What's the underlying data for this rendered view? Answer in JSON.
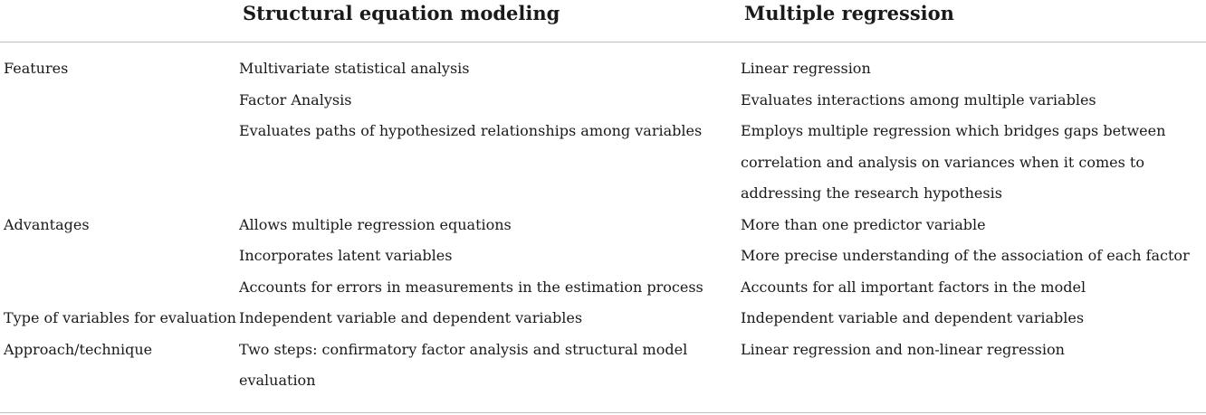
{
  "header": {
    "sem_title": "Structural equation modeling",
    "mr_title": "Multiple regression"
  },
  "rows": [
    {
      "label": "Features",
      "sem": [
        "Multivariate statistical analysis",
        "Factor Analysis",
        "Evaluates paths of hypothesized relationships among variables"
      ],
      "mr": [
        "Linear regression",
        "Evaluates interactions among multiple variables",
        "Employs multiple regression which bridges gaps between correlation and analysis on variances when it comes to addressing the research hypothesis"
      ]
    },
    {
      "label": "Advantages",
      "sem": [
        "Allows multiple regression equations",
        "Incorporates latent variables",
        "Accounts for errors in measurements in the estimation process"
      ],
      "mr": [
        "More than one predictor variable",
        "More precise understanding of the association of each factor",
        "Accounts for all important factors in the model"
      ]
    },
    {
      "label": "Type of variables for evaluation",
      "sem": [
        "Independent variable and dependent variables"
      ],
      "mr": [
        "Independent variable and dependent variables"
      ]
    },
    {
      "label": "Approach/technique",
      "sem": [
        "Two steps: confirmatory factor analysis and structural model evaluation"
      ],
      "mr": [
        "Linear regression and non-linear regression"
      ]
    }
  ]
}
